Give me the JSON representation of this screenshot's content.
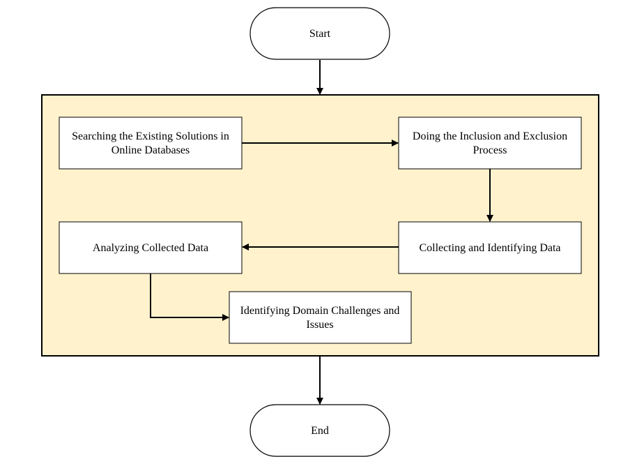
{
  "diagram": {
    "terminals": {
      "start": "Start",
      "end": "End"
    },
    "steps": {
      "search": [
        "Searching the Existing Solutions in",
        "Online Databases"
      ],
      "inclusion": [
        "Doing the Inclusion and Exclusion",
        "Process"
      ],
      "collect": [
        "Collecting and Identifying Data"
      ],
      "analyze": [
        "Analyzing Collected Data"
      ],
      "identify": [
        "Identifying Domain Challenges and",
        "Issues"
      ]
    }
  },
  "colors": {
    "process_group_fill": "#fff2cc",
    "box_fill": "#ffffff",
    "stroke": "#000000"
  }
}
